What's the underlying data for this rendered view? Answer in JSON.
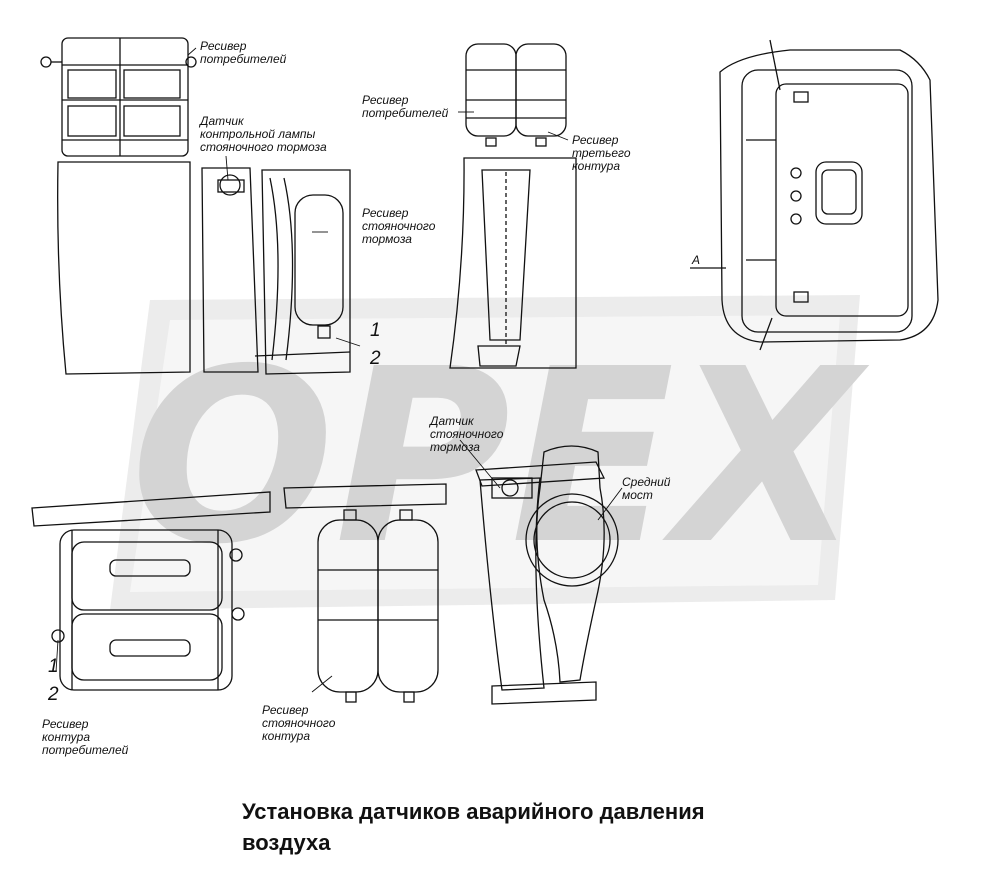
{
  "watermark": "OPEX",
  "labels": {
    "receiver_consumers_top": "Ресивер\nпотребителей",
    "parking_lamp_sensor": "Датчик\nконтрольной лампы\nстояночного тормоза",
    "receiver_parking_brake_top": "Ресивер\nстояночного\nтормоза",
    "receiver_consumers_center": "Ресивер\nпотребителей",
    "receiver_third_circuit": "Ресивер\nтретьего\nконтура",
    "view_a": "A",
    "parking_brake_sensor": "Датчик\nстояночного\nтормоза",
    "middle_axle": "Средний\nмост",
    "receiver_consumer_circuit": "Ресивер\nконтура\nпотребителей",
    "receiver_parking_circuit": "Ресивер\nстояночного\nконтура"
  },
  "numbers": {
    "n1_top": "1",
    "n2_top": "2",
    "n1_bottom": "1",
    "n2_bottom": "2"
  },
  "caption": "Установка датчиков аварийного давления\nвоздуха"
}
